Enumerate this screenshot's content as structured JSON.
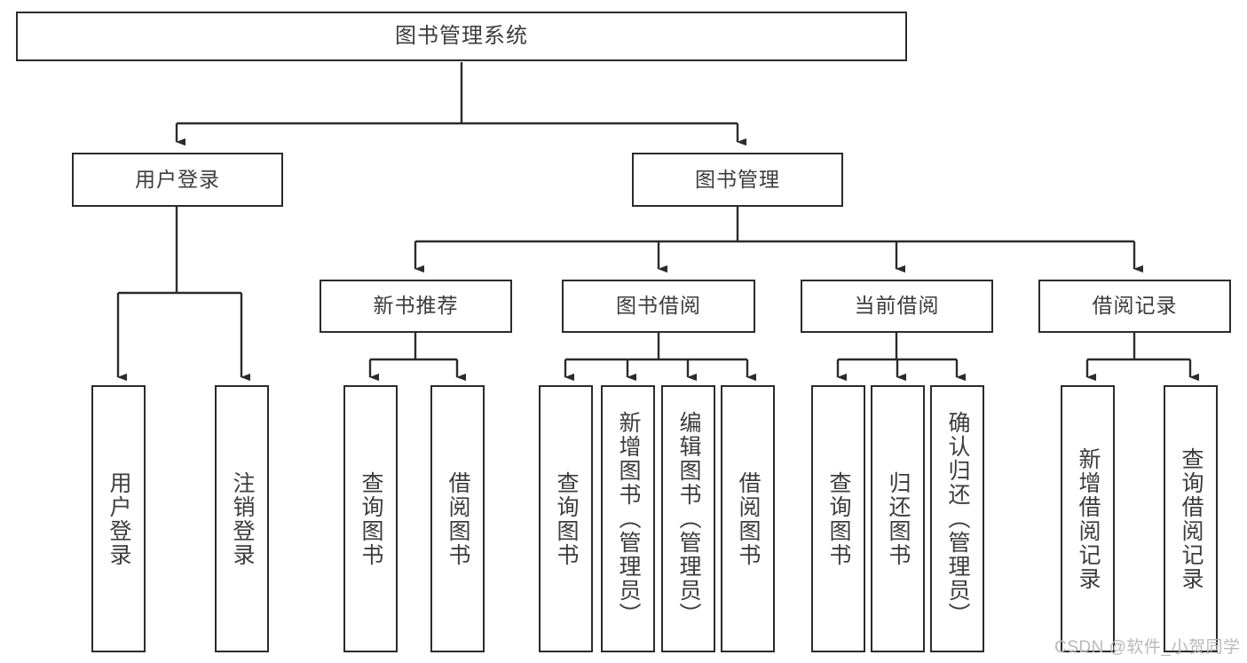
{
  "diagram": {
    "title": "图书管理系统",
    "type": "tree-hierarchy-chart",
    "watermark": "CSDN @软件_小贺同学",
    "colors": {
      "background": "#ffffff",
      "box_border": "#2b2b2b",
      "box_fill": "#ffffff",
      "text": "#3c3c3c",
      "edge": "#2b2b2b",
      "watermark": "#b9b9b9"
    }
  },
  "nodes": {
    "root": {
      "label": "图书管理系统"
    },
    "level2": [
      {
        "id": "user-login",
        "label": "用户登录"
      },
      {
        "id": "book-manage",
        "label": "图书管理"
      }
    ],
    "level3": [
      {
        "id": "new-book-recommend",
        "label": "新书推荐"
      },
      {
        "id": "book-borrow",
        "label": "图书借阅"
      },
      {
        "id": "current-borrow",
        "label": "当前借阅"
      },
      {
        "id": "borrow-record",
        "label": "借阅记录"
      }
    ],
    "leaves": {
      "user-login": [
        {
          "id": "leaf-user-login",
          "label": "用户登录"
        },
        {
          "id": "leaf-logout-login",
          "label": "注销登录"
        }
      ],
      "new-book-recommend": [
        {
          "id": "leaf-query-book-1",
          "label": "查询图书"
        },
        {
          "id": "leaf-borrow-book-1",
          "label": "借阅图书"
        }
      ],
      "book-borrow": [
        {
          "id": "leaf-query-book-2",
          "label": "查询图书"
        },
        {
          "id": "leaf-add-book",
          "label": "新增图书（管理员）"
        },
        {
          "id": "leaf-edit-book",
          "label": "编辑图书（管理员）"
        },
        {
          "id": "leaf-borrow-book-2",
          "label": "借阅图书"
        }
      ],
      "current-borrow": [
        {
          "id": "leaf-query-book-3",
          "label": "查询图书"
        },
        {
          "id": "leaf-return-book",
          "label": "归还图书"
        },
        {
          "id": "leaf-confirm-return",
          "label": "确认归还（管理员）"
        }
      ],
      "borrow-record": [
        {
          "id": "leaf-add-record",
          "label": "新增借阅记录"
        },
        {
          "id": "leaf-query-record",
          "label": "查询借阅记录"
        }
      ]
    }
  }
}
